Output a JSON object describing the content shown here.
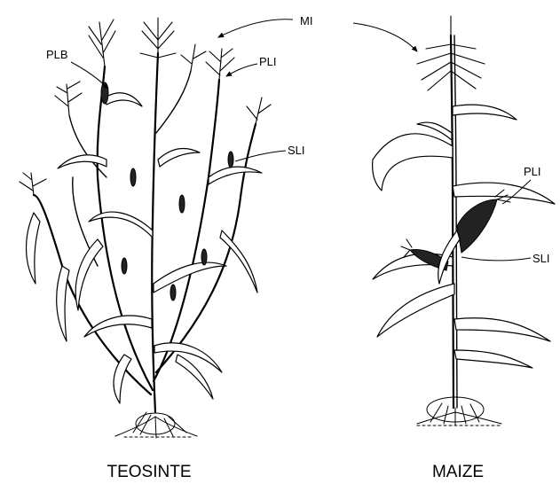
{
  "labels": {
    "mi": "MI",
    "plb": "PLB",
    "pli_teosinte": "PLI",
    "sli_teosinte": "SLI",
    "pli_maize": "PLI",
    "sli_maize": "SLI"
  },
  "captions": {
    "teosinte": "TEOSINTE",
    "maize": "MAIZE"
  }
}
